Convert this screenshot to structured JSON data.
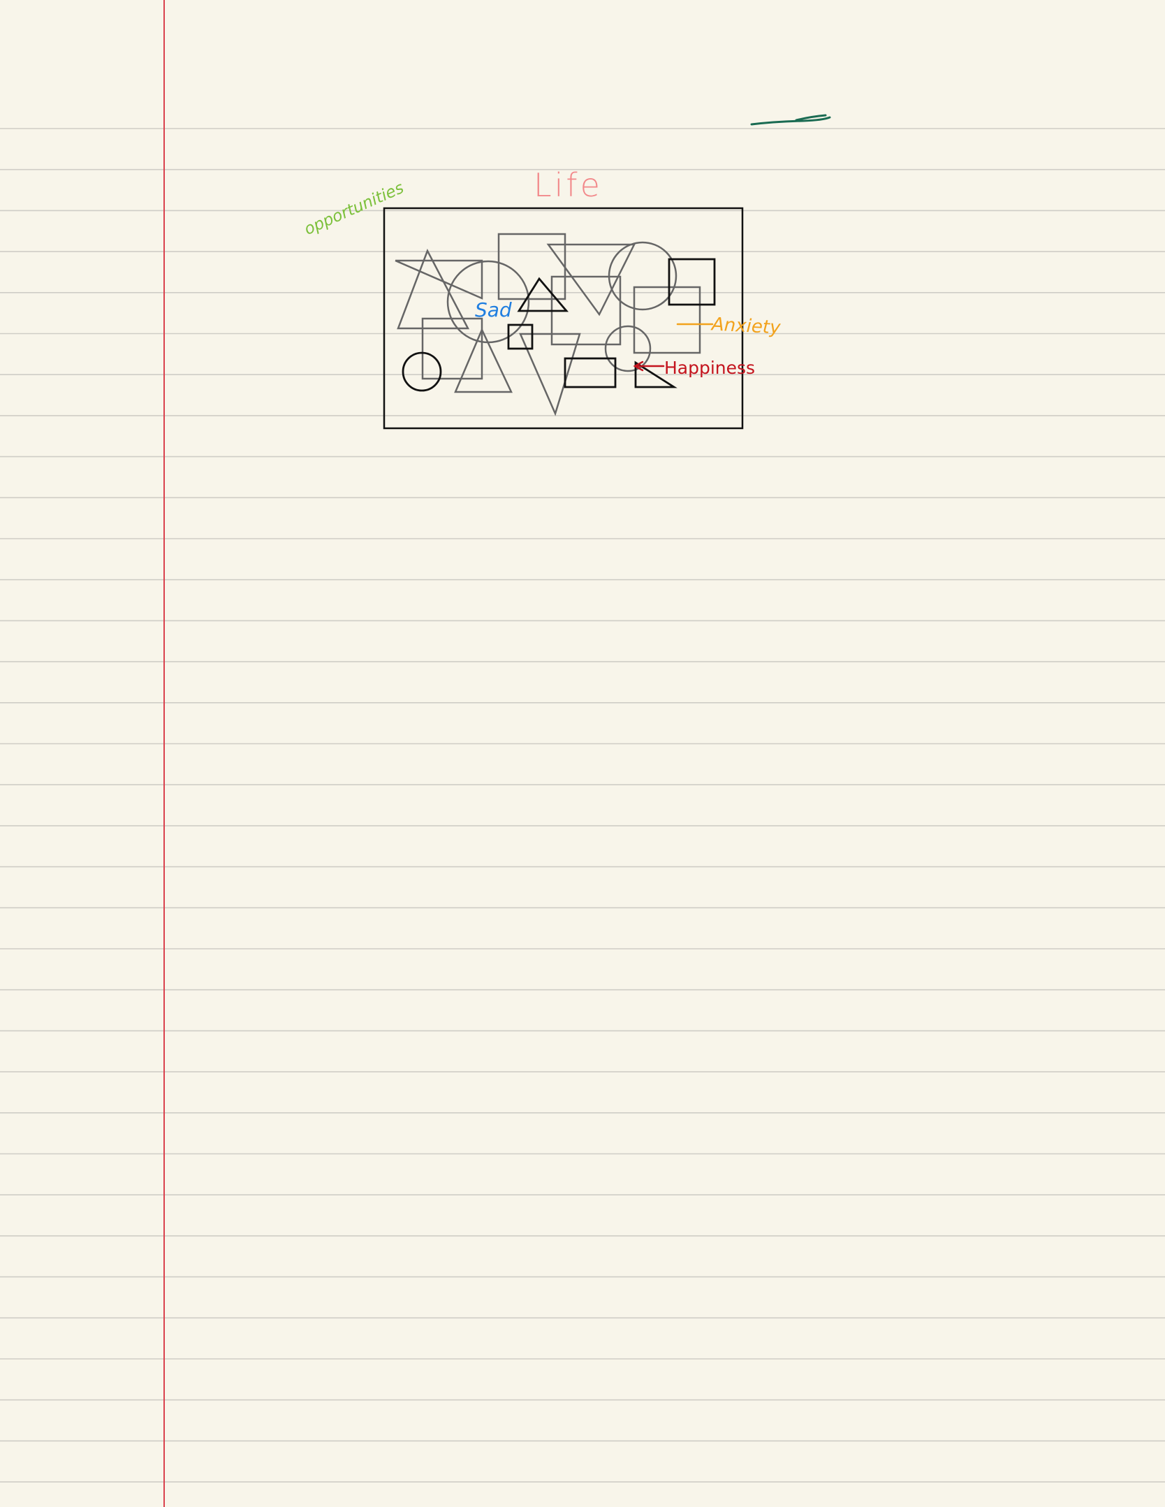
{
  "note": {
    "title": "Life",
    "annotations": {
      "opportunities": "opportunities",
      "sad": "Sad",
      "anxiety": "Anxiety",
      "happiness": "Happiness"
    }
  },
  "colors": {
    "paper": "#f8f5ea",
    "rule_line": "#cfcdc6",
    "margin_line": "#d9424e",
    "title": "#f2888a",
    "opportunities": "#7cc03b",
    "sad": "#1f7ee0",
    "anxiety": "#f2a21c",
    "happiness": "#c4141e",
    "dark_stroke": "#111111",
    "gray_stroke": "#666666",
    "scribble": "#1a6b52"
  },
  "icons": {
    "scribble": "pen-scribble-icon"
  }
}
